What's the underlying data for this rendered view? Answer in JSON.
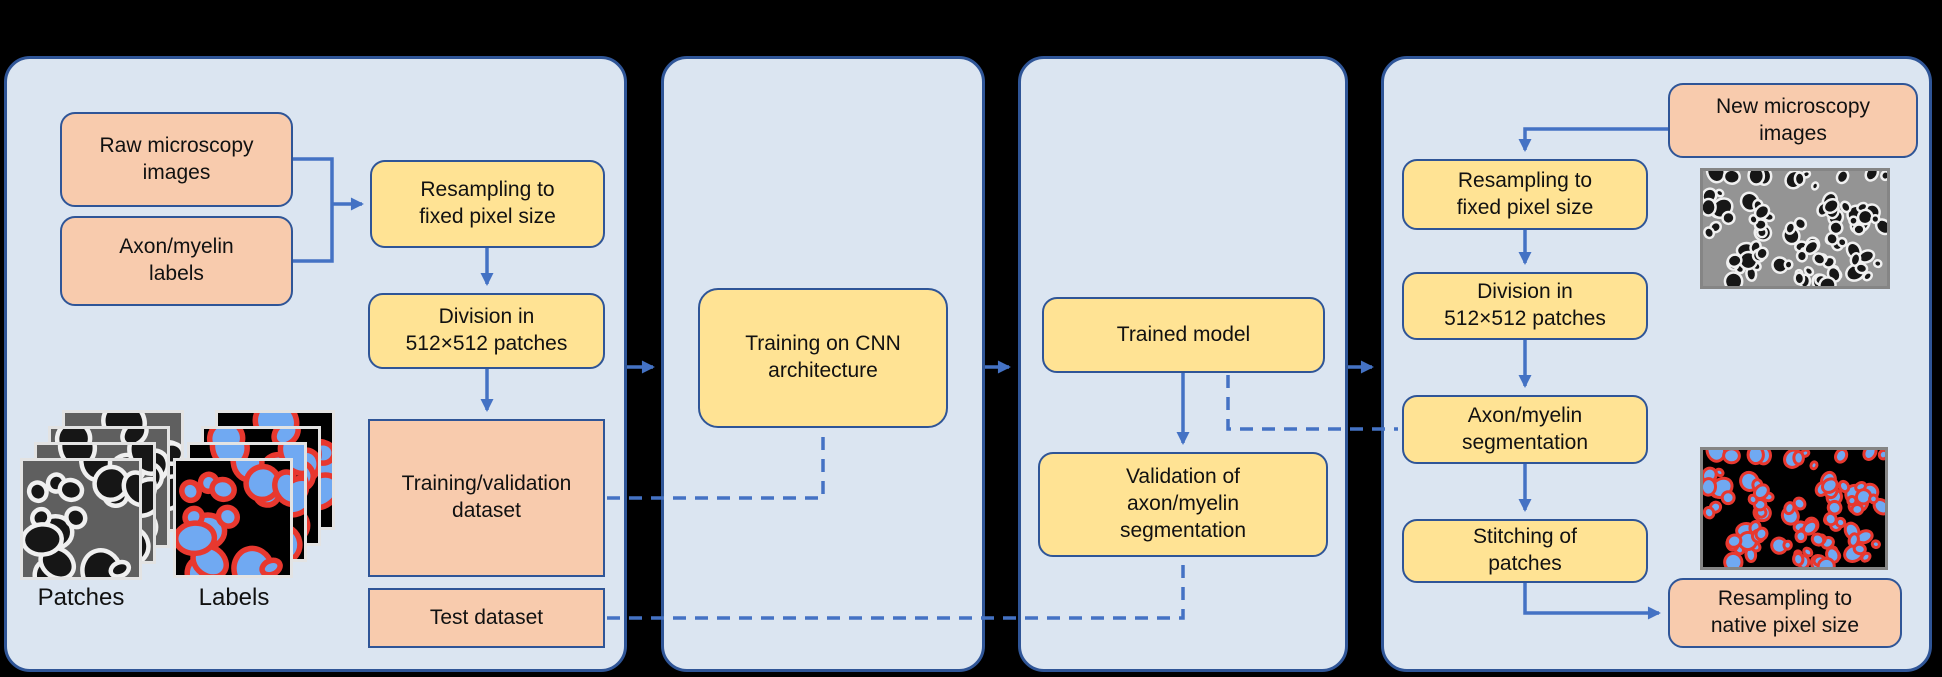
{
  "colors": {
    "background": "#000000",
    "panel_fill": "#dbe5f1",
    "panel_border": "#2f5597",
    "process_fill": "#ffe394",
    "data_fill": "#f8cbad",
    "box_border": "#2f5597",
    "connector": "#4472c4"
  },
  "pipeline": {
    "data_preparation": {
      "raw_images": "Raw microscopy\nimages",
      "axon_myelin_labels": "Axon/myelin\nlabels",
      "resampling": "Resampling to\nfixed pixel size",
      "division": "Division in\n512×512 patches",
      "training_validation_dataset": "Training/validation\ndataset",
      "test_dataset": "Test dataset",
      "patches_caption": "Patches",
      "labels_caption": "Labels"
    },
    "training": {
      "training_cnn": "Training on CNN\narchitecture"
    },
    "evaluation": {
      "trained_model": "Trained model",
      "validation": "Validation of\naxon/myelin\nsegmentation"
    },
    "inference": {
      "new_images": "New microscopy\nimages",
      "resampling": "Resampling to\nfixed pixel size",
      "division": "Division in\n512×512 patches",
      "segmentation": "Axon/myelin\nsegmentation",
      "stitching": "Stitching of\npatches",
      "resampling_native": "Resampling to\nnative pixel size"
    }
  }
}
